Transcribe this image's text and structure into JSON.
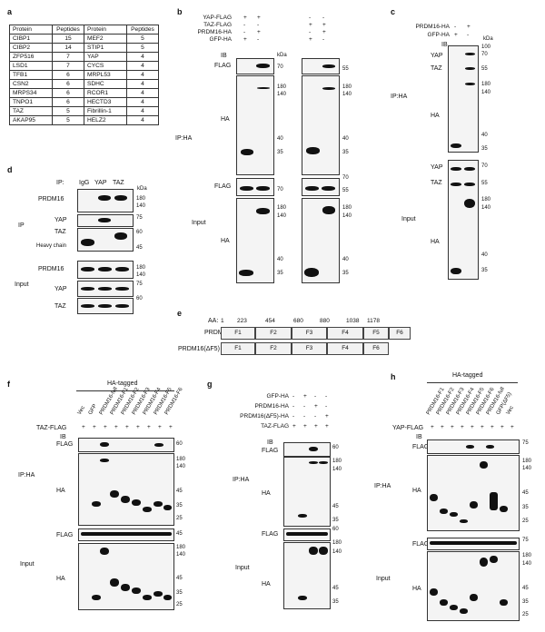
{
  "panels": {
    "a": "a",
    "b": "b",
    "c": "c",
    "d": "d",
    "e": "e",
    "f": "f",
    "g": "g",
    "h": "h"
  },
  "table": {
    "headers": [
      "Protein",
      "Peptides",
      "Protein",
      "Peptides"
    ],
    "rows": [
      [
        "CIBP1",
        "15",
        "MEF2",
        "5"
      ],
      [
        "CIBP2",
        "14",
        "STIP1",
        "5"
      ],
      [
        "ZFP516",
        "7",
        "YAP",
        "4"
      ],
      [
        "LSD1",
        "7",
        "CYCS",
        "4"
      ],
      [
        "TFB1",
        "6",
        "MRPL53",
        "4"
      ],
      [
        "CSN2",
        "6",
        "SDHC",
        "4"
      ],
      [
        "MRPS34",
        "6",
        "RCOR1",
        "4"
      ],
      [
        "TNPO1",
        "6",
        "HECTD3",
        "4"
      ],
      [
        "TAZ",
        "5",
        "Fibrillin-1",
        "4"
      ],
      [
        "AKAP95",
        "5",
        "HELZ2",
        "4"
      ]
    ]
  },
  "b": {
    "conds": [
      {
        "label": "YAP-FLAG",
        "vals": [
          "+",
          "+",
          "-",
          "-"
        ]
      },
      {
        "label": "TAZ-FLAG",
        "vals": [
          "-",
          "-",
          "+",
          "+"
        ]
      },
      {
        "label": "PRDM16-HA",
        "vals": [
          "-",
          "+",
          "-",
          "+"
        ]
      },
      {
        "label": "GFP-HA",
        "vals": [
          "+",
          "-",
          "+",
          "-"
        ]
      }
    ],
    "ib": "IB",
    "kda": "kDa",
    "ip": "IP:HA",
    "input": "Input",
    "flag": "FLAG",
    "ha": "HA",
    "mw_flag_l": "70",
    "mw_flag_r": "55",
    "mw_ha": [
      "180",
      "140",
      "40",
      "35"
    ],
    "mw_in_flag_l": "70",
    "mw_in_flag_r_top": "70",
    "mw_in_flag_r": "55",
    "mw_in_ha": [
      "180",
      "140",
      "40",
      "35"
    ]
  },
  "c": {
    "conds": [
      {
        "label": "PRDM16-HA",
        "vals": [
          "-",
          "+"
        ]
      },
      {
        "label": "GFP-HA",
        "vals": [
          "+",
          "-"
        ]
      }
    ],
    "ib": "IB",
    "kda": "kDa",
    "ip": "IP:HA",
    "input": "Input",
    "yap": "YAP",
    "taz": "TAZ",
    "ha": "HA",
    "mw_top": [
      "100",
      "70",
      "55",
      "180",
      "140",
      "40",
      "35"
    ],
    "mw_bot": [
      "70",
      "55",
      "180",
      "140",
      "40",
      "35"
    ]
  },
  "d": {
    "ip_label": "IP:",
    "lanes": [
      "IgG",
      "YAP",
      "TAZ"
    ],
    "kda": "kDa",
    "ip": "IP",
    "input": "Input",
    "prdm16": "PRDM16",
    "yap": "YAP",
    "taz": "TAZ",
    "heavy": "Heavy chain",
    "mw_ip": [
      "180",
      "140",
      "75",
      "60",
      "45"
    ],
    "mw_in": [
      "180",
      "140",
      "75",
      "60"
    ]
  },
  "e": {
    "aa": "AA:",
    "positions": [
      "1",
      "223",
      "454",
      "680",
      "880",
      "1038",
      "1178"
    ],
    "row1": "PRDM16",
    "row2": "PRDM16(ΔF5)",
    "frags1": [
      "F1",
      "F2",
      "F3",
      "F4",
      "F5",
      "F6"
    ],
    "frags2": [
      "F1",
      "F2",
      "F3",
      "F4",
      "F6"
    ]
  },
  "f": {
    "title": "HA-tagged",
    "lanes": [
      "Vec",
      "GFP",
      "PRDM16-full",
      "PRDM16-F1",
      "PRDM16-F2",
      "PRDM16-F3",
      "PRDM16-F4",
      "PRDM16-F5",
      "PRDM16-F6"
    ],
    "taz": "TAZ-FLAG",
    "plus": "+",
    "ib": "IB",
    "ip": "IP:HA",
    "input": "Input",
    "flag": "FLAG",
    "ha": "HA",
    "mw_flag": "60",
    "mw_ha": [
      "180",
      "140",
      "45",
      "35",
      "25"
    ],
    "mw_in_flag": "45",
    "mw_in_ha": [
      "180",
      "140",
      "45",
      "35",
      "25"
    ]
  },
  "g": {
    "conds": [
      {
        "label": "GFP-HA",
        "vals": [
          "-",
          "+",
          "-",
          "-"
        ]
      },
      {
        "label": "PRDM16-HA",
        "vals": [
          "-",
          "-",
          "+",
          "-"
        ]
      },
      {
        "label": "PRDM16(ΔF5)-HA",
        "vals": [
          "-",
          "-",
          "-",
          "+"
        ]
      },
      {
        "label": "TAZ-FLAG",
        "vals": [
          "+",
          "+",
          "+",
          "+"
        ]
      }
    ],
    "ib": "IB",
    "ip": "IP:HA",
    "input": "Input",
    "flag": "FLAG",
    "ha": "HA",
    "mw_flag": "60",
    "mw_ha": [
      "180",
      "140",
      "45",
      "35"
    ],
    "mw_in_flag": "60",
    "mw_in_ha": [
      "180",
      "140",
      "45",
      "35"
    ]
  },
  "h": {
    "title": "HA-tagged",
    "lanes": [
      "PRDM16-F1",
      "PRDM16-F2",
      "PRDM16-F3",
      "PRDM16-F4",
      "PRDM16-F5",
      "PRDM16-F6",
      "PRDM16-full",
      "GFP(ΔF5)",
      "Vec"
    ],
    "yap": "YAP-FLAG",
    "plus": "+",
    "ib": "IB",
    "ip": "IP:HA",
    "input": "Input",
    "flag": "FLAG",
    "ha": "HA",
    "mw_flag": "75",
    "mw_ha": [
      "180",
      "140",
      "45",
      "35",
      "25"
    ],
    "mw_in_flag": "75",
    "mw_in_ha": [
      "180",
      "140",
      "45",
      "35",
      "25"
    ]
  }
}
